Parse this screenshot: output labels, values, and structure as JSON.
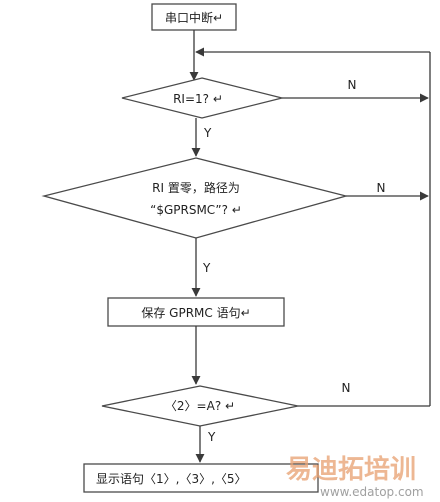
{
  "nodes": {
    "start": "串口中断↵",
    "decision_ri": "RI=1? ↵",
    "decision_gprsmc_line1": "RI 置零，路径为",
    "decision_gprsmc_line2": "“$GPRSMC”? ↵",
    "process_save": "保存 GPRMC 语句↵",
    "decision_a": "〈2〉=A? ↵",
    "process_display": "显示语句〈1〉,〈3〉,〈5〉"
  },
  "edge_labels": {
    "ri_no": "N",
    "ri_yes": "Y",
    "gprsmc_no": "N",
    "gprsmc_yes": "Y",
    "a_no": "N",
    "a_yes": "Y"
  },
  "watermark": {
    "brand": "易迪拓培训",
    "url": "www.edatop.com"
  },
  "colors": {
    "stroke": "#4a4a4a",
    "watermark": "#e8a070"
  }
}
